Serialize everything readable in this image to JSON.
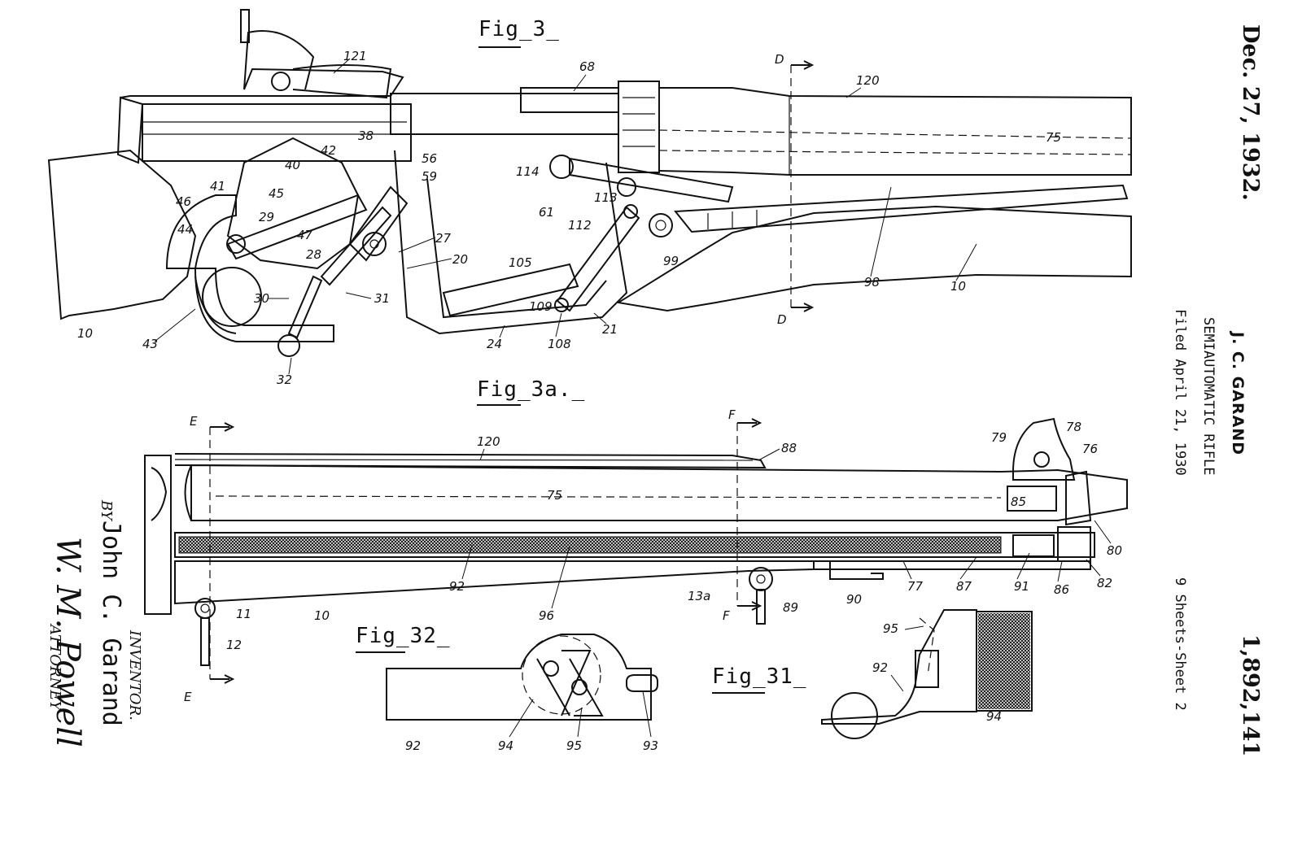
{
  "header": {
    "date": "Dec. 27, 1932.",
    "patent_number": "1,892,141",
    "inventor_name": "J. C. GARAND",
    "title": "SEMIAUTOMATIC RIFLE",
    "filed": "Filed April 21, 1930",
    "sheets": "9 Sheets-Sheet 2"
  },
  "figures": {
    "fig3": "Fig_3_",
    "fig3a": "Fig_3a._",
    "fig32": "Fig_32_",
    "fig31": "Fig_31_"
  },
  "section_marks": {
    "d_top": "D",
    "d_bottom": "D",
    "e_top": "E",
    "e_bottom": "E",
    "f_top": "F",
    "f_bottom": "F"
  },
  "signature": {
    "inventor_label": "INVENTOR.",
    "inventor_name": "John C. Garand",
    "by": "BY",
    "attorney_signature": "W. M. Powell",
    "attorney_label": "ATTORNEY"
  },
  "refs": {
    "fig3": [
      "121",
      "68",
      "120",
      "38",
      "42",
      "56",
      "59",
      "40",
      "41",
      "45",
      "46",
      "29",
      "47",
      "44",
      "28",
      "27",
      "20",
      "114",
      "61",
      "113",
      "112",
      "75",
      "99",
      "98",
      "10",
      "105",
      "109",
      "108",
      "21",
      "24",
      "31",
      "30",
      "43",
      "32",
      "10"
    ],
    "fig3a": [
      "120",
      "88",
      "79",
      "78",
      "76",
      "75",
      "85",
      "80",
      "92",
      "96",
      "10",
      "13a",
      "89",
      "90",
      "77",
      "87",
      "91",
      "86",
      "82",
      "11",
      "12"
    ],
    "fig32": [
      "92",
      "94",
      "95",
      "93"
    ],
    "fig31": [
      "95",
      "92",
      "94"
    ]
  }
}
